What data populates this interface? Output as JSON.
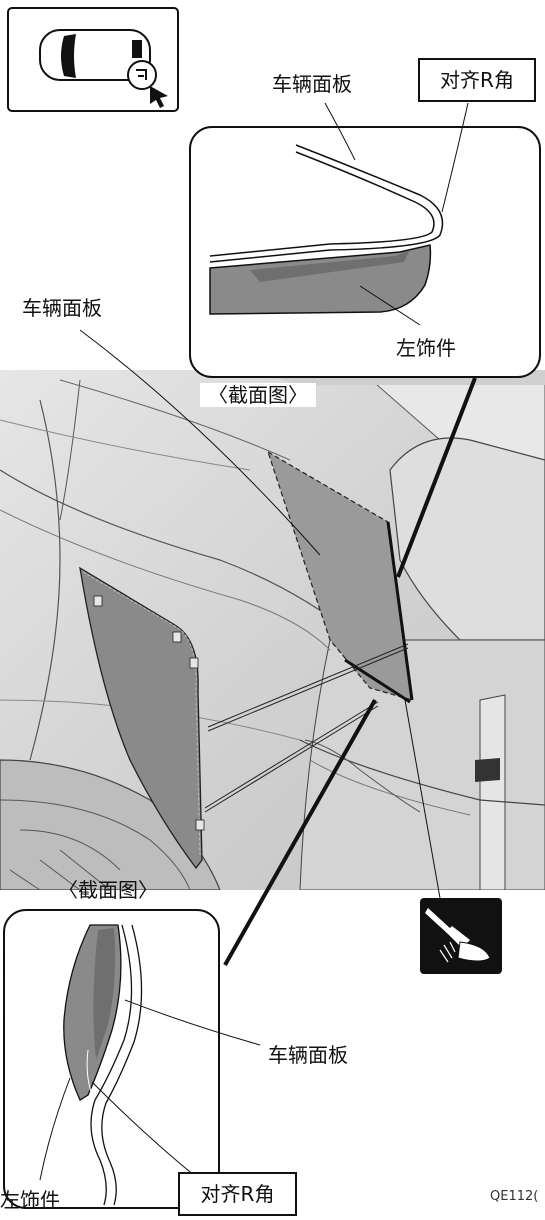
{
  "labels": {
    "vehicle_panel": "车辆面板",
    "align_r_corner": "对齐R角",
    "left_trim": "左饰件",
    "section_view": "〈截面图〉",
    "figure_code": "QE112("
  },
  "icons": {
    "vehicle_locator": "car-top-view-icon",
    "adhesive_tool": "adhesive-applicator-icon"
  },
  "colors": {
    "line": "#111111",
    "trim_fill": "#8a8a8a",
    "trim_fill_dark": "#6f6f6f",
    "panel_fill": "#9a9a9a",
    "body_gray": "#d9d9d9",
    "body_gray_dark": "#bdbdbd",
    "watermark": "#e9e9e9"
  }
}
